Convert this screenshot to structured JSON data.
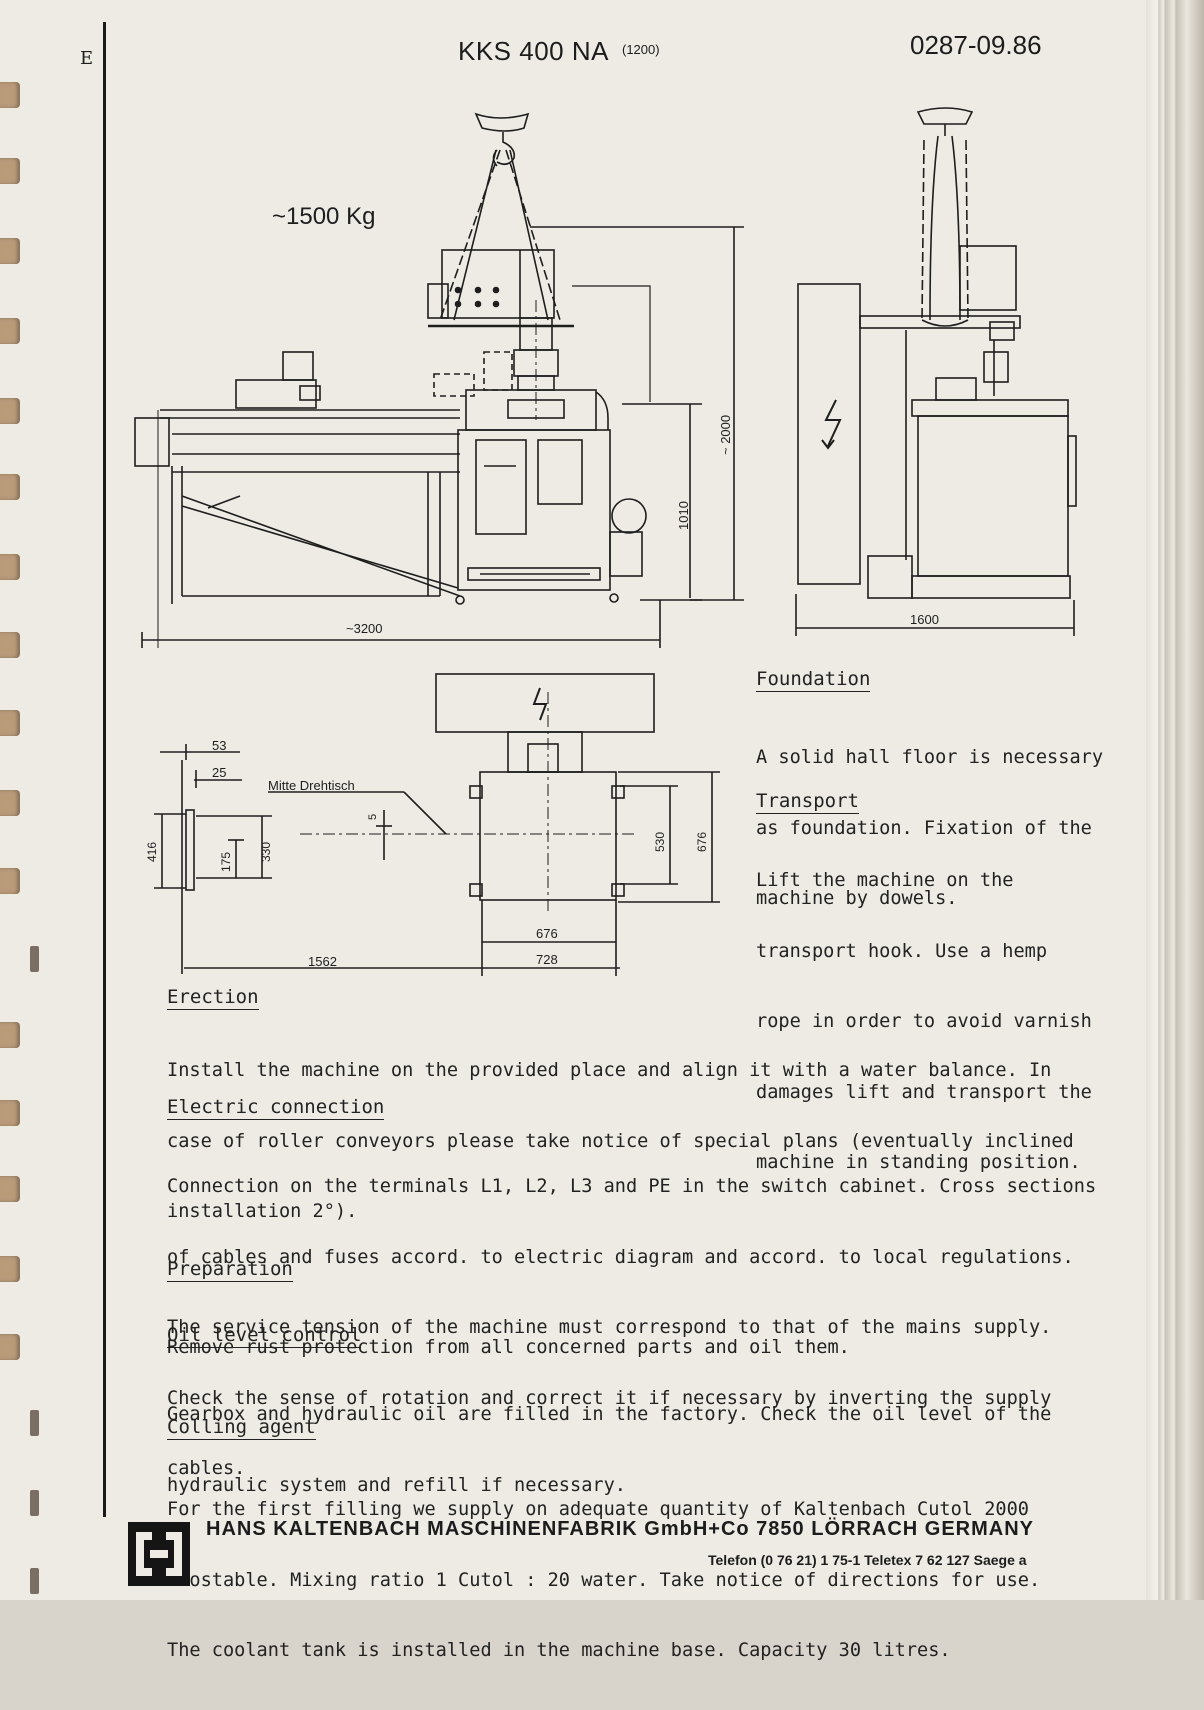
{
  "header": {
    "edition_letter": "E",
    "model": "KKS 400 NA",
    "model_suffix": "(1200)",
    "doc_number": "0287-09.86"
  },
  "drawings": {
    "weight": "~1500 Kg",
    "dim_length": "~3200",
    "dim_height_total": "~ 2000",
    "dim_height_table": "1010",
    "dim_width_side": "1600",
    "plan": {
      "d53": "53",
      "d25": "25",
      "center_label": "Mitte Drehtisch",
      "d5": "5",
      "d416": "416",
      "d175": "175",
      "d330": "330",
      "d530": "530",
      "d676v": "676",
      "d676h": "676",
      "d728": "728",
      "d1562": "1562"
    }
  },
  "sections": {
    "foundation": {
      "heading": "Foundation",
      "lines": [
        "A solid hall floor is necessary",
        "as foundation. Fixation of the",
        "machine by dowels."
      ]
    },
    "transport": {
      "heading": "Transport",
      "lines": [
        "Lift the machine on the",
        "transport hook. Use a hemp",
        "rope in order to avoid varnish",
        "damages lift and transport the",
        "machine in standing position."
      ]
    },
    "erection": {
      "heading": "Erection",
      "lines": [
        "Install the machine on the provided place and align it with a water balance. In",
        "case of roller conveyors please take notice of special plans (eventually inclined",
        "installation 2°)."
      ]
    },
    "electric": {
      "heading": "Electric connection",
      "lines": [
        "Connection on the terminals L1, L2, L3 and PE in the switch cabinet. Cross sections",
        "of cables and fuses accord. to electric diagram and accord. to local regulations.",
        "The service tension of the machine must correspond to that of the mains supply.",
        "Check the sense of rotation and correct it if necessary by inverting the supply",
        "cables."
      ]
    },
    "preparation": {
      "heading": "Preparation",
      "lines": [
        "Remove rust protection from all concerned parts and oil them."
      ]
    },
    "oil": {
      "heading": "Oil level control",
      "lines": [
        "Gearbox and hydraulic oil are filled in the factory. Check the oil level of the",
        "hydraulic system and refill if necessary."
      ]
    },
    "coolant": {
      "heading": "Colling agent",
      "lines": [
        "For the first filling we supply on adequate quantity of Kaltenbach Cutol 2000",
        "Biostable. Mixing ratio 1 Cutol : 20 water. Take notice of directions for use.",
        "The coolant tank is installed in the machine base. Capacity 30 litres."
      ]
    }
  },
  "footer": {
    "firm": "HANS KALTENBACH   MASCHINENFABRIK GmbH+Co   7850 LÖRRACH   GERMANY",
    "contact": "Telefon (0 76 21) 1 75-1   Teletex 7 62 127   Saege a"
  }
}
